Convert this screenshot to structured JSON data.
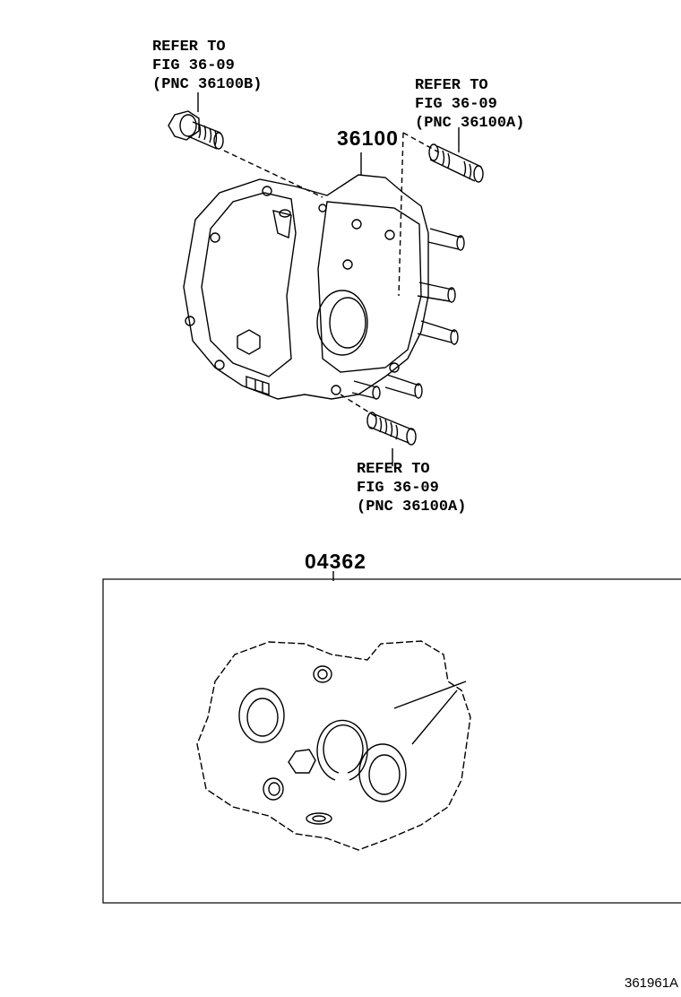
{
  "callouts": [
    {
      "line1": "REFER TO",
      "line2": "FIG 36-09",
      "line3": "(PNC 36100B)"
    },
    {
      "line1": "REFER TO",
      "line2": "FIG 36-09",
      "line3": "(PNC 36100A)"
    },
    {
      "line1": "REFER TO",
      "line2": "FIG 36-09",
      "line3": "(PNC 36100A)"
    }
  ],
  "parts": {
    "main_part_number": "36100",
    "kit_part_number": "04362"
  },
  "illustration_code": "361961A"
}
